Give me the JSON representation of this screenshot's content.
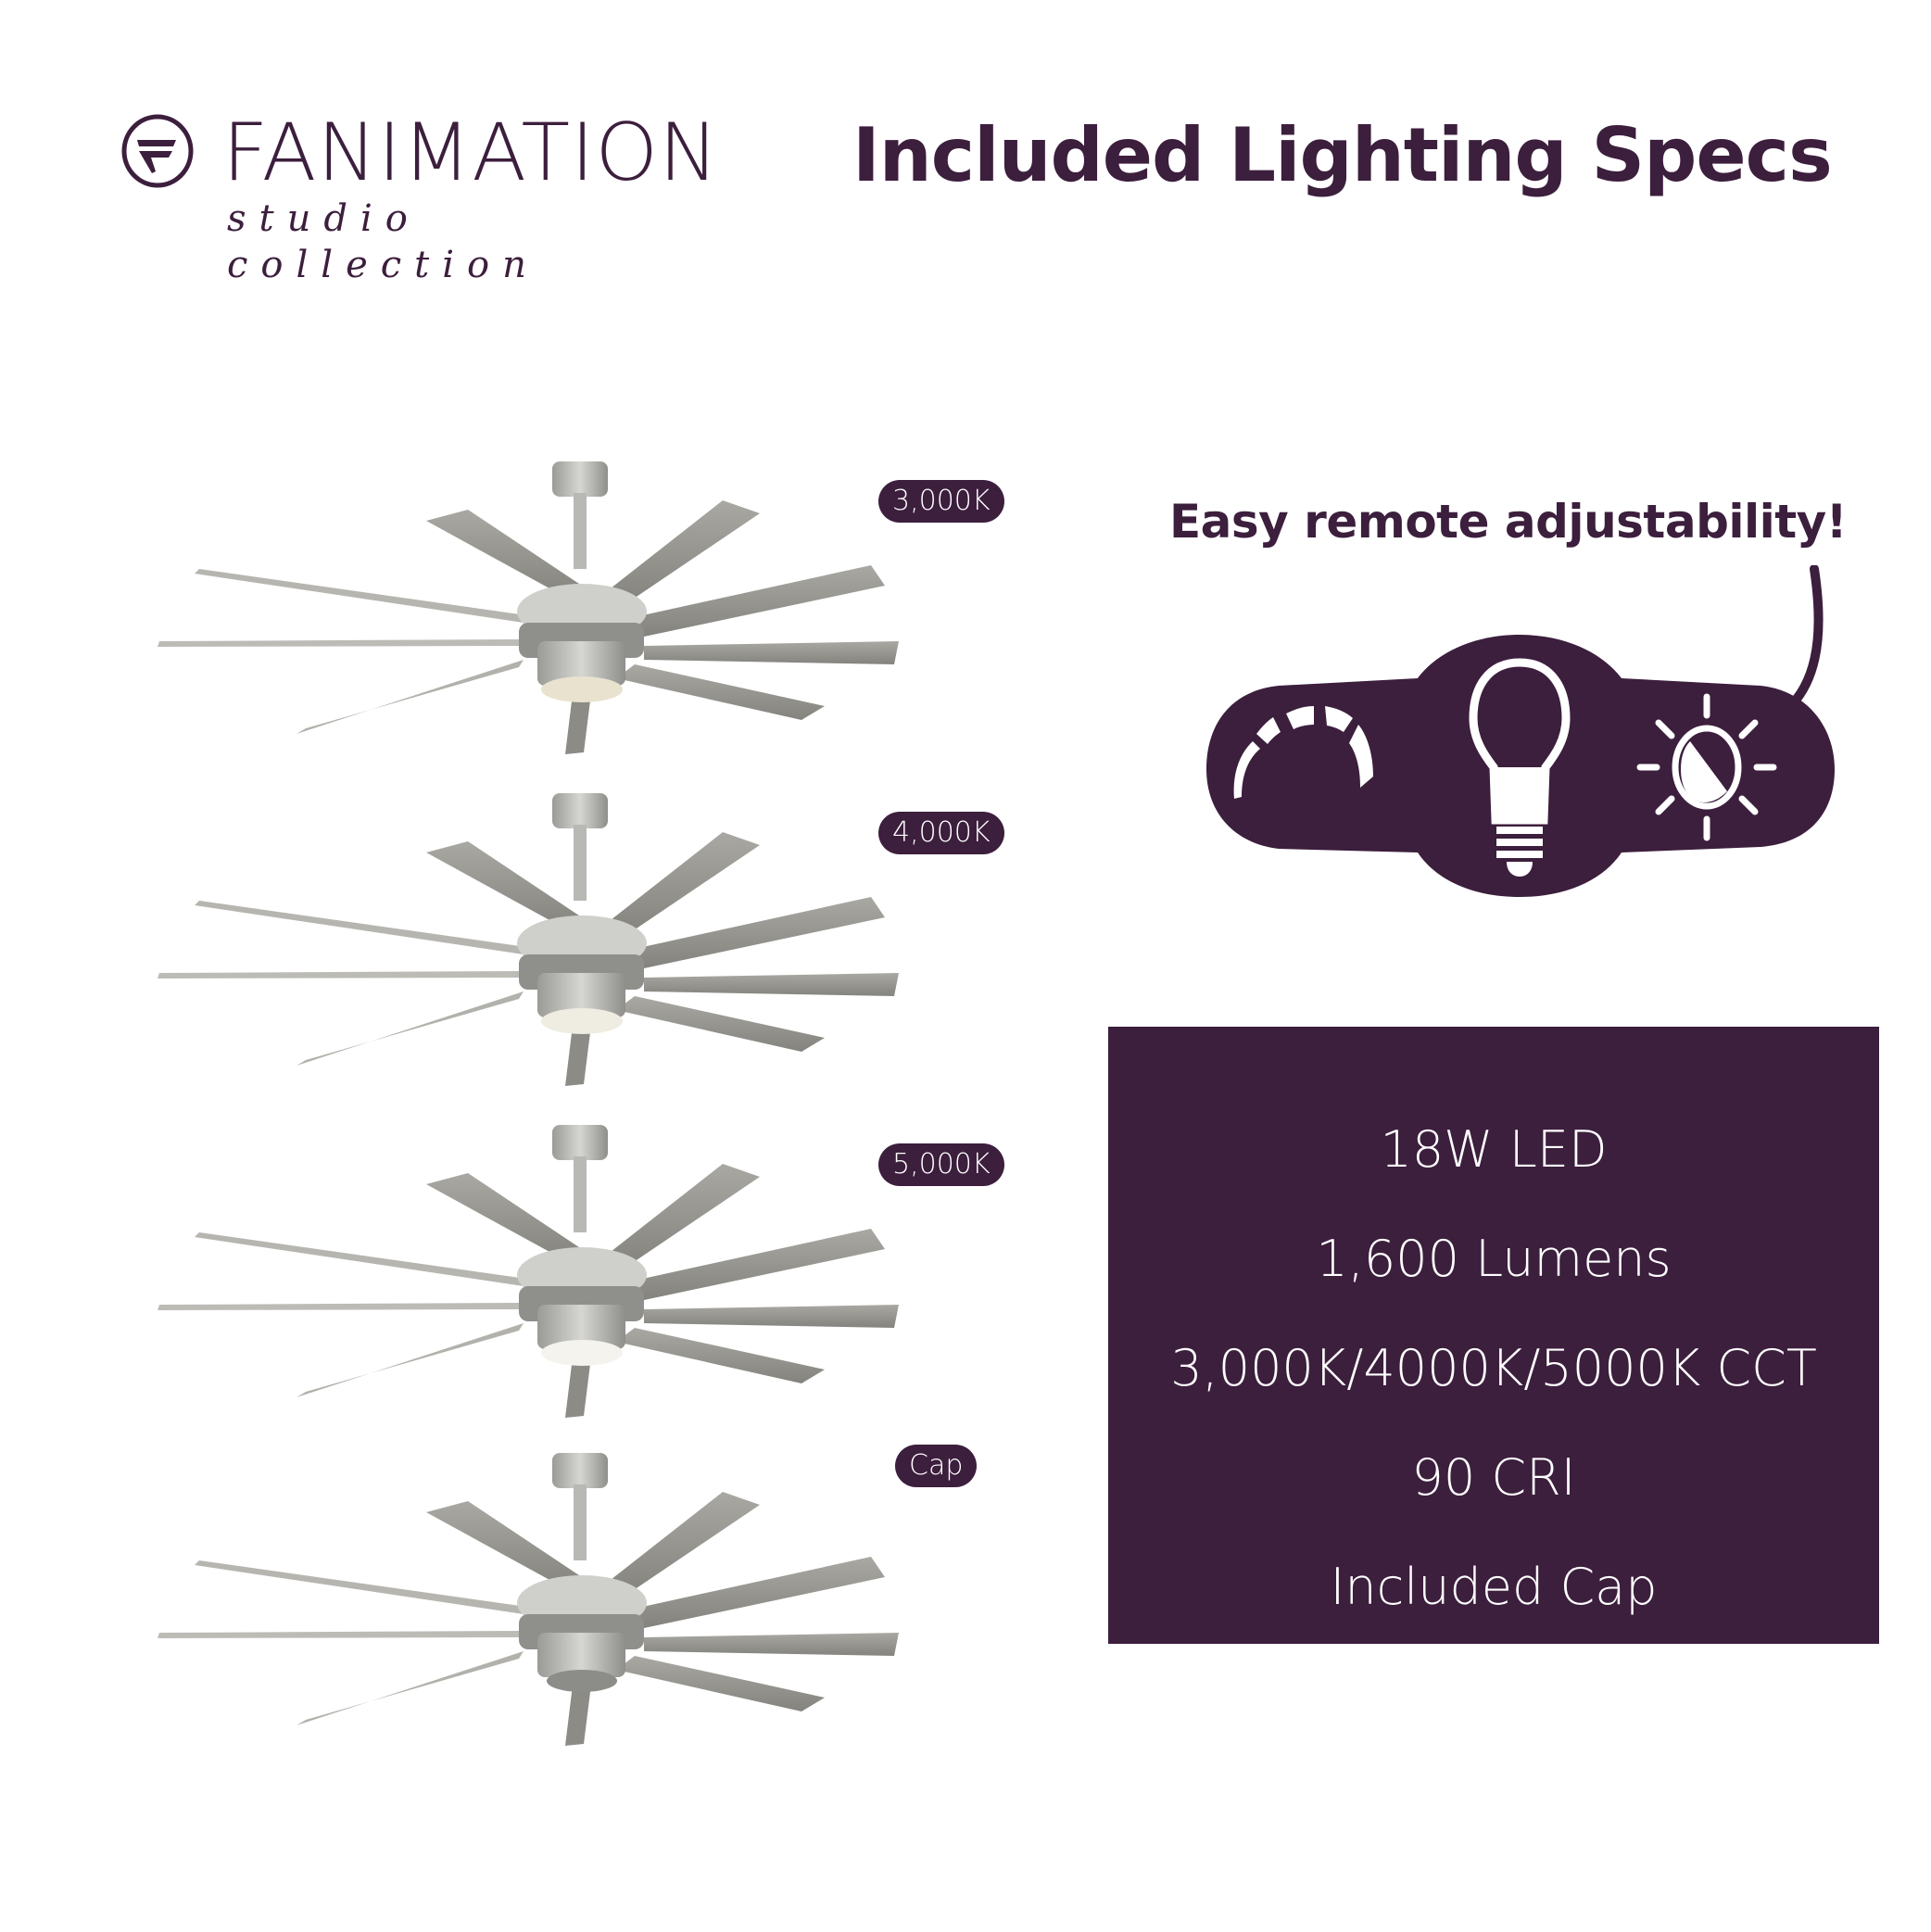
{
  "brand": {
    "name": "FANIMATION",
    "sub": "studio collection",
    "color": "#3c1e3d"
  },
  "header": {
    "title": "Included Lighting Specs"
  },
  "fans": [
    {
      "badge": "3,000K",
      "light": "warm",
      "light_color": "#e8e2cf"
    },
    {
      "badge": "4,000K",
      "light": "neutral",
      "light_color": "#efece2"
    },
    {
      "badge": "5,000K",
      "light": "cool",
      "light_color": "#f4f3ee"
    },
    {
      "badge": "Cap",
      "light": "none",
      "light_color": "#8c8c88"
    }
  ],
  "remote": {
    "caption": "Easy remote adjustability!",
    "icons": [
      "dimmer-gauge-icon",
      "light-bulb-icon",
      "brightness-contrast-icon"
    ]
  },
  "specs": {
    "lines": [
      "18W LED",
      "1,600 Lumens",
      "3,000K/4000K/5000K CCT",
      "90 CRI",
      "Included Cap"
    ]
  }
}
